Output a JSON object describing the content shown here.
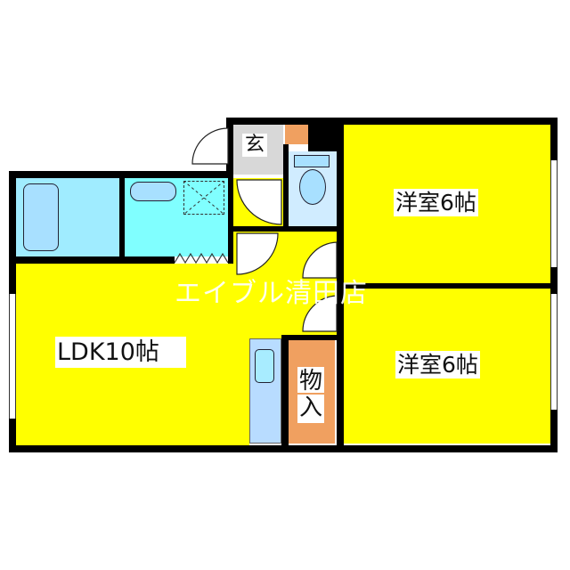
{
  "floorplan": {
    "colors": {
      "room_yellow": "#ffff00",
      "wet_cyan": "#80ffff",
      "wet_lightblue": "#a8e0ff",
      "entrance_gray": "#d8d8d8",
      "storage_orange": "#f0a060",
      "wall": "#000000"
    },
    "rooms": {
      "ldk": {
        "label": "LDK10帖"
      },
      "bedroom_upper": {
        "label": "洋室6帖"
      },
      "bedroom_lower": {
        "label": "洋室6帖"
      },
      "entrance": {
        "label": "玄"
      },
      "storage": {
        "label_top": "物",
        "label_bottom": "入"
      }
    },
    "watermark": "エイブル清田店"
  }
}
